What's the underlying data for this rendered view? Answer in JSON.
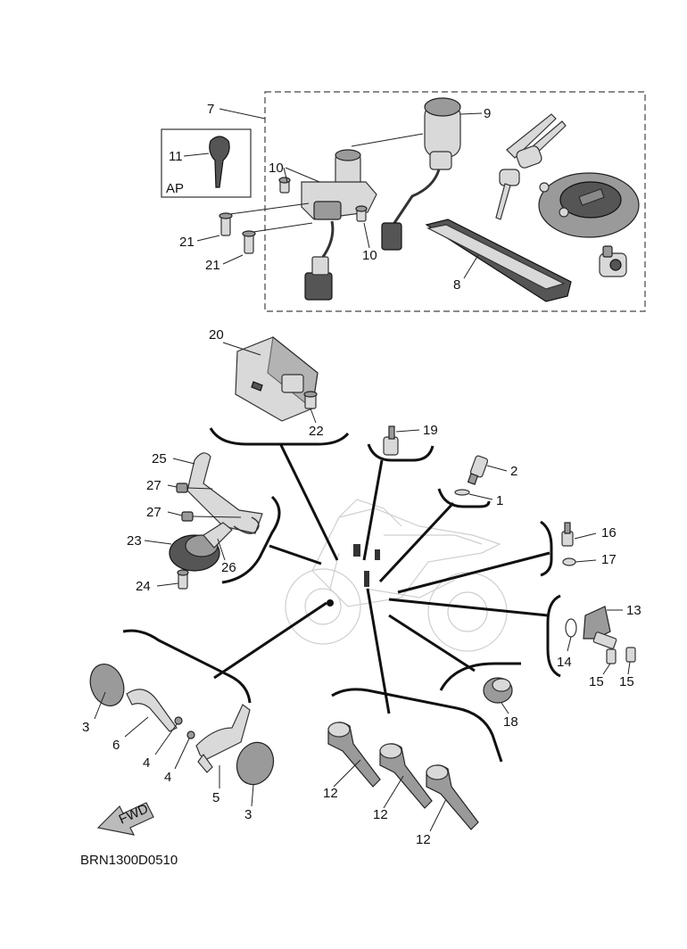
{
  "diagram": {
    "drawing_code": "BRN1300D0510",
    "ap_label": "AP",
    "fwd_label": "FWD",
    "callouts": [
      {
        "id": "c7",
        "label": "7"
      },
      {
        "id": "c9",
        "label": "9"
      },
      {
        "id": "c11",
        "label": "11"
      },
      {
        "id": "c10a",
        "label": "10"
      },
      {
        "id": "c10b",
        "label": "10"
      },
      {
        "id": "c21a",
        "label": "21"
      },
      {
        "id": "c21b",
        "label": "21"
      },
      {
        "id": "c8",
        "label": "8"
      },
      {
        "id": "c20",
        "label": "20"
      },
      {
        "id": "c22",
        "label": "22"
      },
      {
        "id": "c19",
        "label": "19"
      },
      {
        "id": "c2",
        "label": "2"
      },
      {
        "id": "c1",
        "label": "1"
      },
      {
        "id": "c25",
        "label": "25"
      },
      {
        "id": "c27a",
        "label": "27"
      },
      {
        "id": "c27b",
        "label": "27"
      },
      {
        "id": "c23",
        "label": "23"
      },
      {
        "id": "c26",
        "label": "26"
      },
      {
        "id": "c24",
        "label": "24"
      },
      {
        "id": "c16",
        "label": "16"
      },
      {
        "id": "c17",
        "label": "17"
      },
      {
        "id": "c13",
        "label": "13"
      },
      {
        "id": "c14",
        "label": "14"
      },
      {
        "id": "c15a",
        "label": "15"
      },
      {
        "id": "c15b",
        "label": "15"
      },
      {
        "id": "c18",
        "label": "18"
      },
      {
        "id": "c3a",
        "label": "3"
      },
      {
        "id": "c6",
        "label": "6"
      },
      {
        "id": "c4a",
        "label": "4"
      },
      {
        "id": "c4b",
        "label": "4"
      },
      {
        "id": "c5",
        "label": "5"
      },
      {
        "id": "c3b",
        "label": "3"
      },
      {
        "id": "c12a",
        "label": "12"
      },
      {
        "id": "c12b",
        "label": "12"
      },
      {
        "id": "c12c",
        "label": "12"
      }
    ]
  }
}
